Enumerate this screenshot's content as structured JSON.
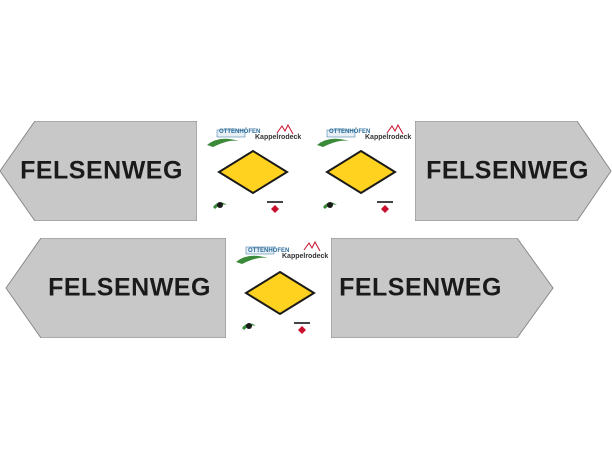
{
  "sign_text": "FELSENWEG",
  "logo_left_text": "OTTENHÖFEN",
  "logo_right_text": "Kappelrodeck",
  "colors": {
    "arrow_fill": "#c8c8c8",
    "arrow_stroke": "#8a8a8a",
    "diamond_fill": "#ffd21f",
    "diamond_stroke": "#1a1a1a",
    "accent_red": "#c8102e",
    "accent_green": "#3a8a3a",
    "accent_blue": "#2b6d9b"
  }
}
